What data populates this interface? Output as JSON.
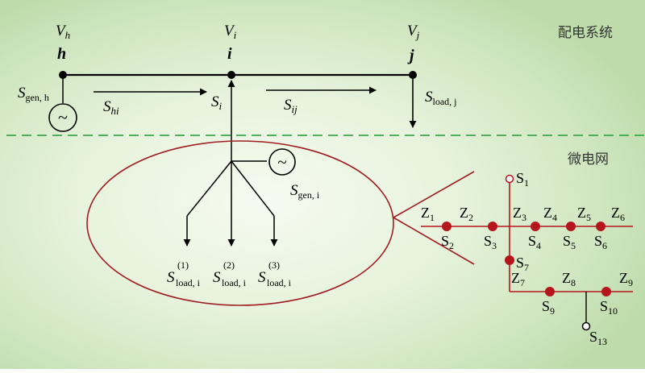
{
  "distribution": {
    "region_label": "配电系统",
    "node_h": {
      "voltage": "V",
      "voltage_sub": "h",
      "name": "h"
    },
    "node_i": {
      "voltage": "V",
      "voltage_sub": "i",
      "name": "i"
    },
    "node_j": {
      "voltage": "V",
      "voltage_sub": "j",
      "name": "j"
    },
    "gen_h": {
      "base": "S",
      "sub": "gen, h"
    },
    "flow_hi": {
      "base": "S",
      "sub": "hi"
    },
    "flow_i": {
      "base": "S",
      "sub": "i"
    },
    "flow_ij": {
      "base": "S",
      "sub": "ij"
    },
    "load_j": {
      "base": "S",
      "sub": "load, j"
    },
    "generator_symbol": "~"
  },
  "microgrid": {
    "region_label": "微电网",
    "gen_i": {
      "base": "S",
      "sub": "gen, i"
    },
    "loads": [
      {
        "base": "S",
        "sup": "(1)",
        "sub": "load, i"
      },
      {
        "base": "S",
        "sup": "(2)",
        "sub": "load, i"
      },
      {
        "base": "S",
        "sup": "(3)",
        "sub": "load, i"
      }
    ],
    "generator_symbol": "~"
  },
  "feeder": {
    "impedances": [
      {
        "base": "Z",
        "sub": "1"
      },
      {
        "base": "Z",
        "sub": "2"
      },
      {
        "base": "Z",
        "sub": "3"
      },
      {
        "base": "Z",
        "sub": "4"
      },
      {
        "base": "Z",
        "sub": "5"
      },
      {
        "base": "Z",
        "sub": "6"
      },
      {
        "base": "Z",
        "sub": "7"
      },
      {
        "base": "Z",
        "sub": "8"
      },
      {
        "base": "Z",
        "sub": "9"
      }
    ],
    "nodes": [
      {
        "base": "S",
        "sub": "1"
      },
      {
        "base": "S",
        "sub": "2"
      },
      {
        "base": "S",
        "sub": "3"
      },
      {
        "base": "S",
        "sub": "4"
      },
      {
        "base": "S",
        "sub": "5"
      },
      {
        "base": "S",
        "sub": "6"
      },
      {
        "base": "S",
        "sub": "7"
      },
      {
        "base": "S",
        "sub": "9"
      },
      {
        "base": "S",
        "sub": "10"
      },
      {
        "base": "S",
        "sub": "13"
      }
    ]
  },
  "colors": {
    "line": "#000000",
    "microgrid": "#a01e22",
    "node": "#b4161c",
    "boundary": "#3aa84a"
  }
}
